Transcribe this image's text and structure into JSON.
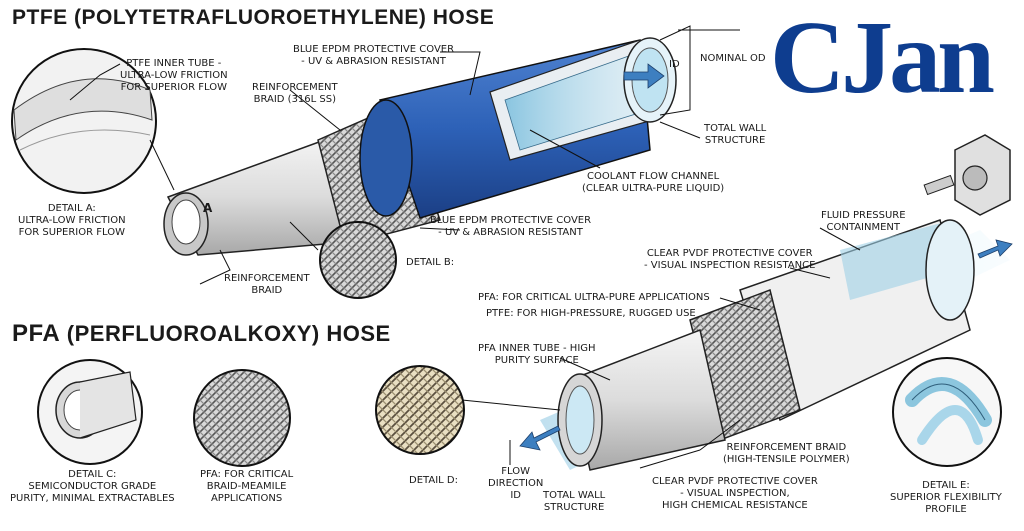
{
  "titles": {
    "ptfe_prefix": "PTFE",
    "ptfe_rest": " (POLYTETRAFLUOROETHYLENE) HOSE",
    "pfa_prefix": "PFA",
    "pfa_rest": " (PERFLUOROALKOXY) HOSE"
  },
  "logo": "CJan",
  "colors": {
    "blue_cover": "#2d61b7",
    "logo_blue": "#0e3d8f",
    "fluid": "#a9d6ea",
    "arrow": "#3d7fc0"
  },
  "labels": {
    "blue_cover_top": [
      "BLUE EPDM PROTECTIVE COVER",
      "- UV & ABRASION RESISTANT"
    ],
    "ptfe_inner": [
      "PTFE INNER TUBE -",
      "ULTRA-LOW FRICTION",
      "FOR SUPERIOR FLOW"
    ],
    "reinforcement_braid_ss": [
      "REINFORCEMENT",
      "BRAID (316L SS)"
    ],
    "id": "ID",
    "nominal_od": "NOMINAL OD",
    "total_wall_top": [
      "TOTAL WALL",
      "STRUCTURE"
    ],
    "coolant": [
      "COOLANT FLOW CHANNEL",
      "(CLEAR ULTRA-PURE LIQUID)"
    ],
    "detail_a_marker": "A",
    "detail_a": [
      "DETAIL A:",
      "ULTRA-LOW FRICTION",
      "FOR SUPERIOR FLOW"
    ],
    "blue_cover_mid": [
      "BLUE EPDM PROTECTIVE COVER",
      "- UV & ABRASION RESISTANT"
    ],
    "detail_b": "DETAIL B:",
    "reinforcement_braid": [
      "REINFORCEMENT",
      "BRAID"
    ],
    "fluid_pressure": [
      "FLUID PRESSURE",
      "CONTAINMENT"
    ],
    "clear_pvdf_top": [
      "CLEAR PVDF PROTECTIVE COVER",
      "- VISUAL INSPECTION RESISTANCE"
    ],
    "pfa_critical": "PFA: FOR CRITICAL ULTRA-PURE APPLICATIONS",
    "ptfe_high_pressure": "PTFE: FOR HIGH-PRESSURE, RUGGED USE",
    "pfa_inner": [
      "PFA INNER TUBE - HIGH",
      "PURITY SURFACE"
    ],
    "reinforcement_polymer": [
      "REINFORCEMENT BRAID",
      "(HIGH-TENSILE POLYMER)"
    ],
    "detail_c": [
      "DETAIL C:",
      "SEMICONDUCTOR GRADE",
      "PURITY, MINIMAL EXTRACTABLES"
    ],
    "pfa_braid": [
      "PFA: FOR CRITICAL",
      "BRAID-MEAMILE",
      "APPLICATIONS"
    ],
    "detail_d": "DETAIL D:",
    "flow_direction": [
      "FLOW",
      "DIRECTION",
      "ID"
    ],
    "total_wall_bottom": [
      "TOTAL WALL",
      "STRUCTURE"
    ],
    "clear_pvdf_bottom": [
      "CLEAR PVDF PROTECTIVE COVER",
      "- VISUAL INSPECTION,",
      "HIGH CHEMICAL RESISTANCE"
    ],
    "detail_e": [
      "DETAIL E:",
      "SUPERIOR FLEXIBILITY",
      "PROFILE"
    ]
  }
}
